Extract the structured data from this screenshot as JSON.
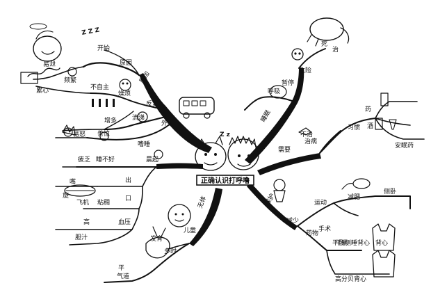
{
  "center": {
    "title": "正确认识打呼噜"
  },
  "left_upper": {
    "title": "打鼾",
    "items": {
      "snore_zzz": "Z Z Z",
      "kaishi": "开始",
      "xinjia": "新加",
      "yuanyin": "原因",
      "waishang": "外上",
      "buzizhu": "不自主",
      "zaoan": "燥烦",
      "zhengpin": "频繁",
      "fanfu": "反复",
      "zengduo": "增多",
      "liuliang": "流涕",
      "yidong": "易怒",
      "shanjin": "善惊",
      "zanqi": "嗜睡",
      "yixie": "易泄",
      "leixin": "累心"
    }
  },
  "left_middle": {
    "items": {
      "chenqi": "晨起",
      "chengxi": "疲乏",
      "shuibuhao": "睡不好",
      "chu": "出",
      "kou": "口",
      "mouth_label": "嘴",
      "xuan": "旋",
      "feiji": "飞机",
      "nianqi": "粘稠",
      "xueya": "血压",
      "gao": "高",
      "danhua": "胆汁"
    }
  },
  "left_lower": {
    "items": {
      "wuti": "无体",
      "ertong": "儿童",
      "duoshi": "多时",
      "fajie": "发育",
      "qidao": "气道",
      "ping": "平"
    }
  },
  "right_upper": {
    "items": {
      "weixian": "危险",
      "shuimian": "睡眠",
      "si": "死",
      "huxi": "呼吸",
      "zanting": "暂停",
      "xuyao": "需要",
      "zhibing": "治病",
      "buzhe": "不治",
      "xiguan": "习惯",
      "jiu": "酒",
      "anmianyao": "安眠药",
      "yao": "药",
      "zhi": "治"
    }
  },
  "right_lower": {
    "items": {
      "baohu": "保护",
      "yundong": "运动",
      "jianfei": "减肥",
      "bupai": "侧卧",
      "jianshao": "减少",
      "yao2": "药物",
      "zhuangui": "手术",
      "pingshui": "平躺",
      "meijiu": "背心",
      "bei_xin_1": "平卧侧睡背心",
      "bei_xin_2": "高分贝背心"
    }
  }
}
